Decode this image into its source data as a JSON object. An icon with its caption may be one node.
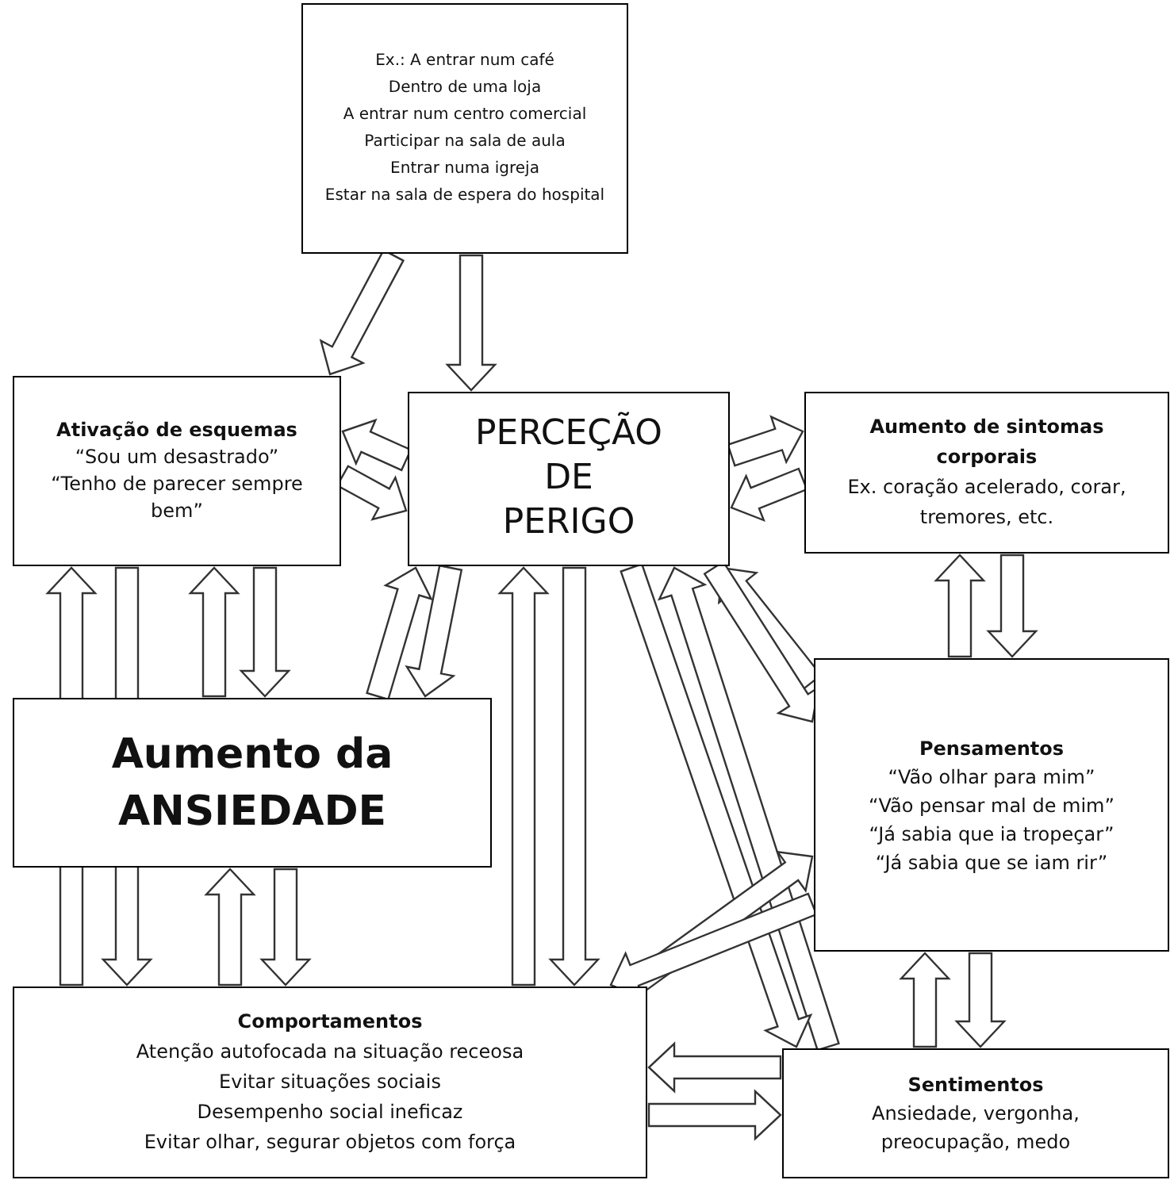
{
  "diagram": {
    "nodes": [
      {
        "text": [
          "Ex.: A entrar num café",
          "Dentro de uma loja",
          "A entrar num centro comercial",
          "Participar na sala de aula",
          "Entrar numa igreja",
          "Estar na sala de espera do hospital"
        ]
      },
      {
        "text": [
          "Ativação de esquemas",
          "“Sou um desastrado”",
          "“Tenho de parecer sempre bem”"
        ]
      },
      {
        "text": [
          "PERCEÇÃO DE PERIGO"
        ]
      },
      {
        "text": [
          "Aumento de sintomas corporais",
          "Ex. coração acelerado, corar, tremores, etc."
        ]
      },
      {
        "text": [
          "Aumento da ANSIEDADE"
        ]
      },
      {
        "text": [
          "Pensamentos",
          "“Vão olhar para mim”",
          "“Vão pensar mal de mim”",
          "“Já sabia que ia tropeçar”",
          "“Já sabia que se iam rir”"
        ]
      },
      {
        "text": [
          "Comportamentos",
          "Atenção autofocada na situação receosa",
          "Evitar situações sociais",
          "Desempenho social ineficaz",
          "Evitar olhar, segurar objetos com força"
        ]
      },
      {
        "text": [
          "Sentimentos",
          "Ansiedade, vergonha, preocupação, medo"
        ]
      }
    ],
    "edges": [
      {
        "from": 0,
        "to": 1,
        "arrow": "to"
      },
      {
        "from": 0,
        "to": 2,
        "arrow": "to"
      },
      {
        "from": 2,
        "to": 1,
        "arrow": "to"
      },
      {
        "from": 1,
        "to": 2,
        "arrow": "to"
      },
      {
        "from": 2,
        "to": 3,
        "arrow": "to"
      },
      {
        "from": 3,
        "to": 2,
        "arrow": "to"
      },
      {
        "from": 5,
        "to": 3,
        "arrow": "to"
      },
      {
        "from": 3,
        "to": 5,
        "arrow": "to"
      },
      {
        "from": 7,
        "to": 5,
        "arrow": "to"
      },
      {
        "from": 5,
        "to": 7,
        "arrow": "to"
      },
      {
        "from": 7,
        "to": 6,
        "arrow": "to"
      },
      {
        "from": 6,
        "to": 7,
        "arrow": "to"
      },
      {
        "from": 6,
        "to": 1,
        "arrow": "to"
      },
      {
        "from": 1,
        "to": 6,
        "arrow": "to"
      },
      {
        "from": 4,
        "to": 1,
        "arrow": "to"
      },
      {
        "from": 1,
        "to": 4,
        "arrow": "to"
      },
      {
        "from": 6,
        "to": 4,
        "arrow": "to"
      },
      {
        "from": 4,
        "to": 6,
        "arrow": "to"
      },
      {
        "from": 4,
        "to": 2,
        "arrow": "to"
      },
      {
        "from": 2,
        "to": 4,
        "arrow": "to"
      },
      {
        "from": 6,
        "to": 2,
        "arrow": "to"
      },
      {
        "from": 2,
        "to": 6,
        "arrow": "to"
      },
      {
        "from": 7,
        "to": 2,
        "arrow": "to"
      },
      {
        "from": 2,
        "to": 7,
        "arrow": "to"
      },
      {
        "from": 5,
        "to": 2,
        "arrow": "to"
      },
      {
        "from": 2,
        "to": 5,
        "arrow": "to"
      },
      {
        "from": 6,
        "to": 5,
        "arrow": "to"
      },
      {
        "from": 5,
        "to": 6,
        "arrow": "to"
      }
    ]
  }
}
